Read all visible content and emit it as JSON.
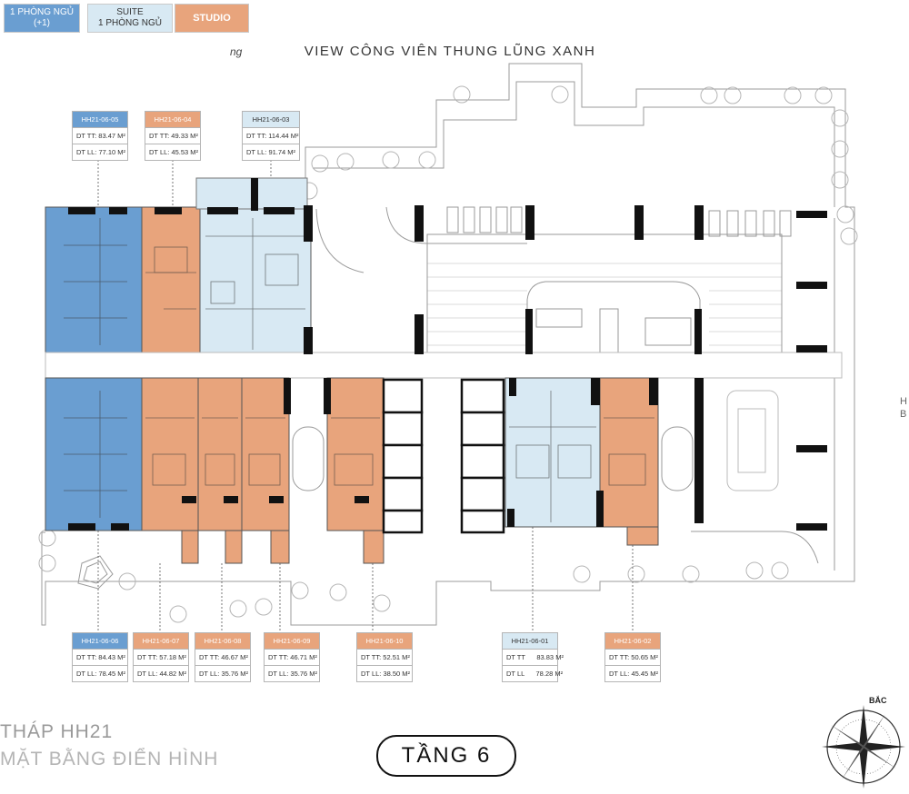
{
  "colors": {
    "one_bed": "#6a9ed1",
    "suite": "#d8e9f3",
    "studio": "#e8a47c",
    "line": "#9b9b9b",
    "wall": "#111111"
  },
  "legend": [
    {
      "label": "1 PHÒNG NGỦ\n(+1)",
      "type": "one_bed"
    },
    {
      "label": "SUITE\n1 PHÒNG NGỦ",
      "type": "suite"
    },
    {
      "label": "STUDIO",
      "type": "studio"
    }
  ],
  "view_title": "VIEW CÔNG VIÊN THUNG LŨNG XANH",
  "fragment_left": "ng",
  "fragment_right": {
    "line1": "H",
    "line2": "B"
  },
  "units": [
    {
      "code": "HH21-06-05",
      "type": "one_bed",
      "dt_tt": "DT TT: 83.47 M²",
      "dt_ll": "DT LL: 77.10 M²"
    },
    {
      "code": "HH21-06-04",
      "type": "studio",
      "dt_tt": "DT TT: 49.33 M²",
      "dt_ll": "DT LL: 45.53 M²"
    },
    {
      "code": "HH21-06-03",
      "type": "suite",
      "dt_tt": "DT TT: 114.44 M²",
      "dt_ll": "DT LL: 91.74 M²"
    },
    {
      "code": "HH21-06-06",
      "type": "one_bed",
      "dt_tt": "DT TT: 84.43 M²",
      "dt_ll": "DT LL: 78.45 M²"
    },
    {
      "code": "HH21-06-07",
      "type": "studio",
      "dt_tt": "DT TT: 57.18 M²",
      "dt_ll": "DT LL: 44.82 M²"
    },
    {
      "code": "HH21-06-08",
      "type": "studio",
      "dt_tt": "DT TT: 46.67 M²",
      "dt_ll": "DT LL: 35.76 M²"
    },
    {
      "code": "HH21-06-09",
      "type": "studio",
      "dt_tt": "DT TT: 46.71 M²",
      "dt_ll": "DT LL: 35.76 M²"
    },
    {
      "code": "HH21-06-10",
      "type": "studio",
      "dt_tt": "DT TT: 52.51 M²",
      "dt_ll": "DT LL: 38.50 M²"
    },
    {
      "code": "HH21-06-01",
      "type": "suite",
      "dt_tt": "DT TT      83.83 M²",
      "dt_ll": "DT LL      78.28 M²"
    },
    {
      "code": "HH21-06-02",
      "type": "studio",
      "dt_tt": "DT TT: 50.65 M²",
      "dt_ll": "DT LL: 45.45 M²"
    }
  ],
  "tower_name": "THÁP HH21",
  "plan_type": "MẶT BẰNG ĐIỂN HÌNH",
  "floor_label": "TẦNG 6",
  "north_label": "BẮC"
}
